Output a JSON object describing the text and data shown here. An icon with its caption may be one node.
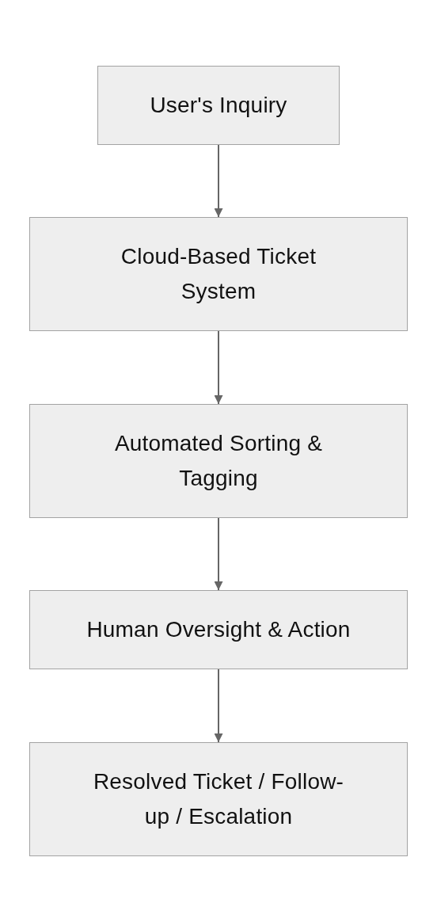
{
  "diagram": {
    "nodes": [
      {
        "text": [
          "User's Inquiry"
        ]
      },
      {
        "text": [
          "Cloud-Based Ticket System"
        ]
      },
      {
        "text": [
          "Automated Sorting & Tagging"
        ]
      },
      {
        "text": [
          "Human Oversight & Action"
        ]
      },
      {
        "text": [
          "Resolved Ticket / Follow-up / Escalation"
        ]
      }
    ],
    "edges": [
      {
        "from": 0,
        "to": 1,
        "arrow": "to"
      },
      {
        "from": 1,
        "to": 2,
        "arrow": "to"
      },
      {
        "from": 2,
        "to": 3,
        "arrow": "to"
      },
      {
        "from": 3,
        "to": 4,
        "arrow": "to"
      }
    ]
  }
}
